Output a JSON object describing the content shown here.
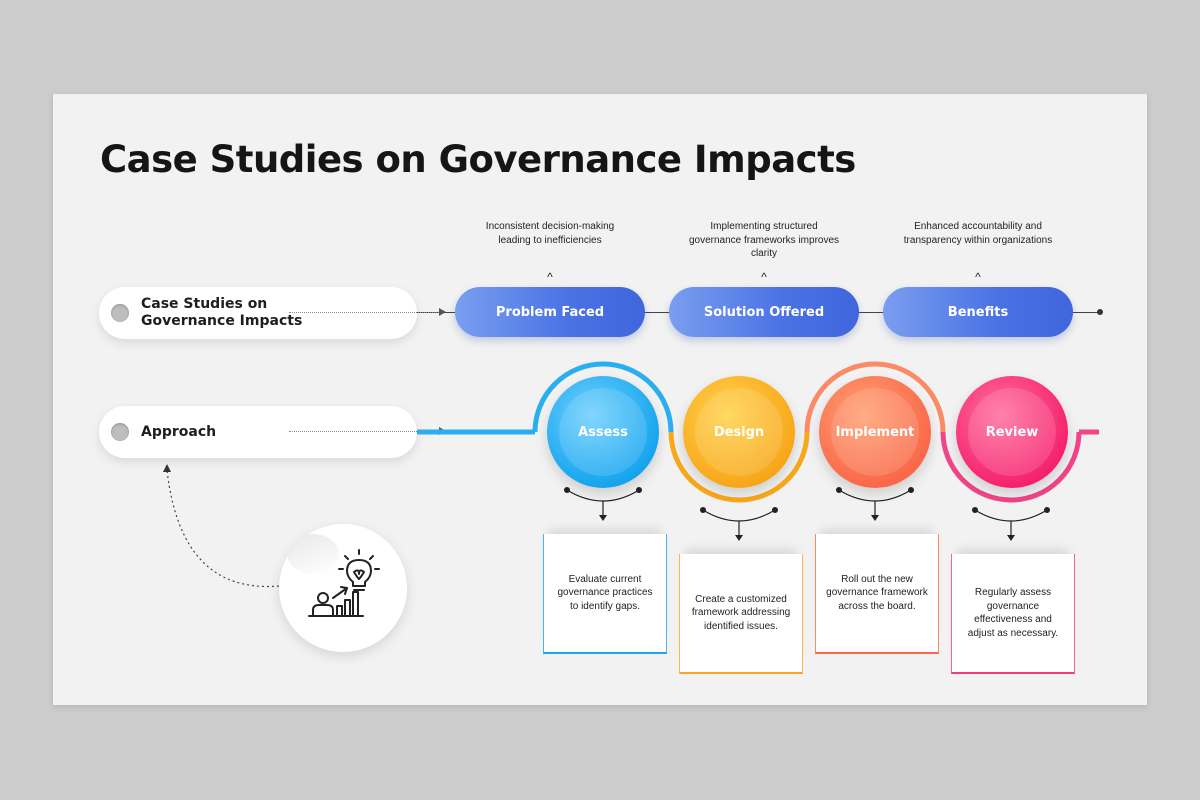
{
  "title": "Case Studies on Governance Impacts",
  "rows": [
    {
      "label": "Case Studies on\nGovernance Impacts"
    },
    {
      "label": "Approach"
    }
  ],
  "top_steps": [
    {
      "label": "Problem Faced",
      "description": "Inconsistent decision-making leading to inefficiencies"
    },
    {
      "label": "Solution Offered",
      "description": "Implementing structured governance frameworks improves clarity"
    },
    {
      "label": "Benefits",
      "description": "Enhanced accountability and transparency within organizations"
    }
  ],
  "approach_steps": [
    {
      "label": "Assess",
      "description": "Evaluate current governance practices to identify gaps.",
      "color": "#18a6ee"
    },
    {
      "label": "Design",
      "description": "Create a customized framework addressing identified issues.",
      "color": "#f8a81a"
    },
    {
      "label": "Implement",
      "description": "Roll out the new governance framework across the board.",
      "color": "#fa6a4a"
    },
    {
      "label": "Review",
      "description": "Regularly assess governance effectiveness and adjust as necessary.",
      "color": "#f6246e"
    }
  ],
  "icons": {
    "growth": "person-chart-lightbulb-icon"
  }
}
